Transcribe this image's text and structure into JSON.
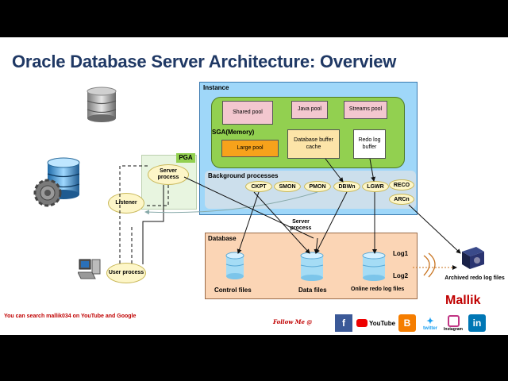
{
  "title": "Oracle Database Server Architecture: Overview",
  "instance": {
    "label": "Instance",
    "sga_label": "SGA(Memory)",
    "pools": {
      "shared_pool": "Shared pool",
      "java_pool": "Java pool",
      "streams_pool": "Streams pool",
      "large_pool": "Large pool",
      "db_buffer_cache": "Database buffer cache",
      "redo_log_buffer": "Redo log buffer"
    },
    "background_label": "Background processes",
    "processes": [
      "CKPT",
      "SMON",
      "PMON",
      "DBWn",
      "LGWR",
      "RECO",
      "ARCn"
    ]
  },
  "pga_label": "PGA",
  "server_process": "Server process",
  "listener": "Listener",
  "user_process": "User process",
  "server_process_arrow_label": "Server process",
  "database": {
    "label": "Database",
    "control_files": "Control files",
    "data_files": "Data files",
    "online_redo": "Online redo log files",
    "log1": "Log1",
    "log2": "Log2"
  },
  "archived_redo": "Archived redo log files",
  "footer": {
    "search_text": "You can search mallik034 on YouTube and Google",
    "follow": "Follow Me @",
    "brand": "Mallik",
    "youtube": "YouTube",
    "twitter": "twitter",
    "instagram": "Instagram"
  },
  "colors": {
    "instance_bg": "#9fd7f9",
    "sga_bg": "#92d050",
    "pool_pink": "#f3c7cf",
    "pool_orange": "#f7a21b",
    "database_bg": "#fbd5b5",
    "brand_red": "#c00000"
  }
}
